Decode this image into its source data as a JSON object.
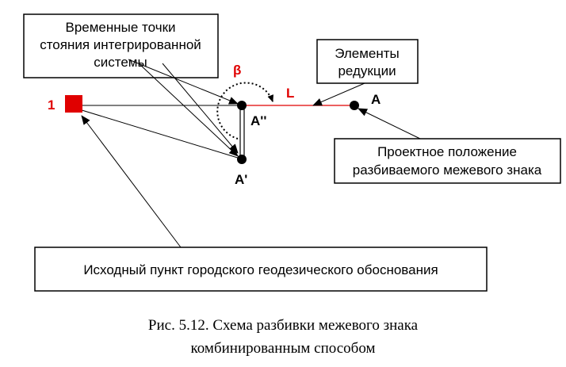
{
  "boxes": {
    "temporary_points": [
      "Временные точки",
      "стояния интегрированной",
      "системы"
    ],
    "reduction_elements": [
      "Элементы",
      "редукции"
    ],
    "design_position": [
      "Проектное положение",
      "разбиваемого межевого знака"
    ],
    "source_point": [
      "Исходный пункт городского геодезического обоснования"
    ]
  },
  "labels": {
    "point_1": "1",
    "beta": "β",
    "L": "L",
    "A": "A",
    "A_double_prime": "A''",
    "A_prime": "A'"
  },
  "caption": [
    "Рис. 5.12. Схема разбивки межевого знака",
    "комбинированным способом"
  ],
  "colors": {
    "accent": "#e00000",
    "line": "#000000"
  }
}
